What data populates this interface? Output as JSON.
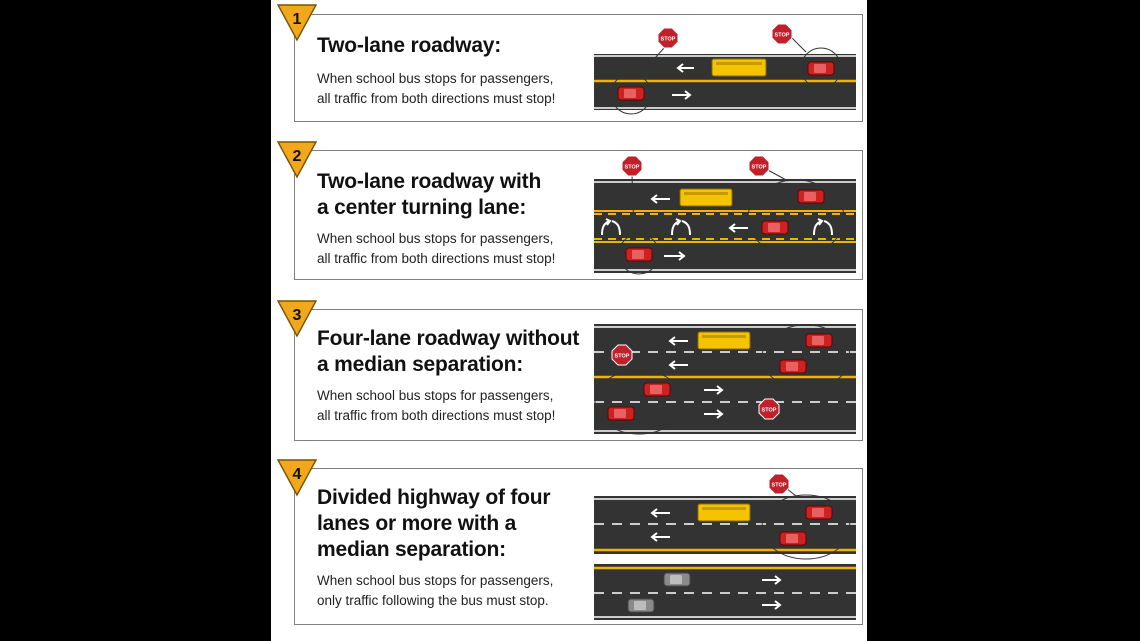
{
  "colors": {
    "badge_fill": "#f2a81d",
    "road": "#333333",
    "yellow_line": "#f0b400",
    "bus": "#f5c400",
    "car": "#cc2222",
    "gray_car": "#8a8a8a",
    "stop_sign": "#c0202a"
  },
  "stop_text": "STOP",
  "panels": [
    {
      "number": "1",
      "title_lines": [
        "Two-lane roadway:"
      ],
      "desc_lines": [
        "When school bus stops for passengers,",
        "all traffic from both directions must stop!"
      ]
    },
    {
      "number": "2",
      "title_lines": [
        "Two-lane roadway with",
        "a center turning lane:"
      ],
      "desc_lines": [
        "When school bus stops for passengers,",
        "all traffic from both directions must stop!"
      ]
    },
    {
      "number": "3",
      "title_lines": [
        "Four-lane roadway without",
        "a median separation:"
      ],
      "desc_lines": [
        "When school bus stops for passengers,",
        "all traffic from both directions must stop!"
      ]
    },
    {
      "number": "4",
      "title_lines": [
        "Divided highway of four",
        "lanes or more with a",
        "median separation:"
      ],
      "desc_lines": [
        "When school bus stops for passengers,",
        "only traffic following the bus must stop."
      ]
    }
  ]
}
